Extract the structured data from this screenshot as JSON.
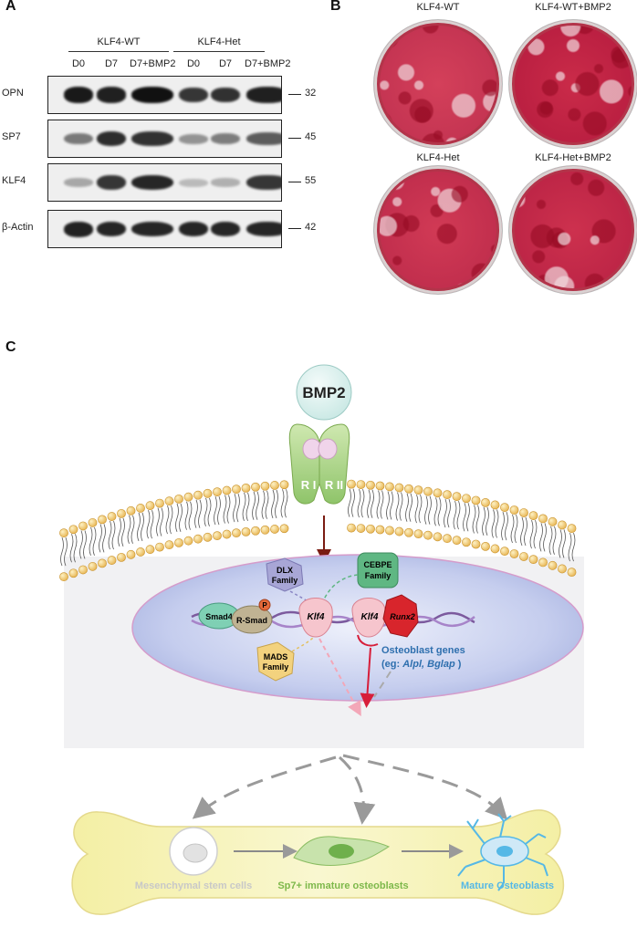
{
  "panels": {
    "a": "A",
    "b": "B",
    "c": "C"
  },
  "blot": {
    "groups": [
      "KLF4-WT",
      "KLF4-Het"
    ],
    "lanes": [
      "D0",
      "D7",
      "D7+BMP2",
      "D0",
      "D7",
      "D7+BMP2"
    ],
    "rows": [
      {
        "label": "OPN",
        "mw": "32",
        "intensities": [
          0.95,
          0.92,
          1.0,
          0.8,
          0.82,
          0.92
        ]
      },
      {
        "label": "SP7",
        "mw": "45",
        "intensities": [
          0.45,
          0.85,
          0.82,
          0.3,
          0.42,
          0.6
        ]
      },
      {
        "label": "KLF4",
        "mw": "55",
        "intensities": [
          0.2,
          0.8,
          0.88,
          0.1,
          0.15,
          0.8
        ]
      },
      {
        "label": "β-Actin",
        "mw": "42",
        "intensities": [
          0.9,
          0.88,
          0.88,
          0.88,
          0.88,
          0.88
        ]
      }
    ]
  },
  "dishes": [
    {
      "title": "KLF4-WT",
      "stain": 0.6
    },
    {
      "title": "KLF4-WT+BMP2",
      "stain": 0.95
    },
    {
      "title": "KLF4-Het",
      "stain": 0.7
    },
    {
      "title": "KLF4-Het+BMP2",
      "stain": 0.85
    }
  ],
  "diagram": {
    "ligand": "BMP2",
    "receptor_1": "R I",
    "receptor_2": "R II",
    "dlx": [
      "DLX",
      "Family"
    ],
    "cebpe": [
      "CEBPE",
      "Family"
    ],
    "mads": [
      "MADS",
      "Family"
    ],
    "smad4": "Smad4",
    "rsmad": "R-Smad",
    "phospho": "P",
    "klf4": "Klf4",
    "runx2": "Runx2",
    "genes_title": "Osteoblast genes",
    "genes_prefix": "(eg: ",
    "genes_example": "Alpl, Bglap",
    "genes_suffix": " )",
    "cell_stages": [
      "Mesenchymal stem cells",
      "Sp7+ immature osteoblasts",
      "Mature Osteoblasts"
    ],
    "colors": {
      "stage1": "#c8c8c8",
      "stage2": "#7db84a",
      "stage3": "#55b8e6",
      "arrow": "#7a1c12",
      "inhibit": "#d71e3a",
      "genes": "#2e6fae"
    }
  }
}
